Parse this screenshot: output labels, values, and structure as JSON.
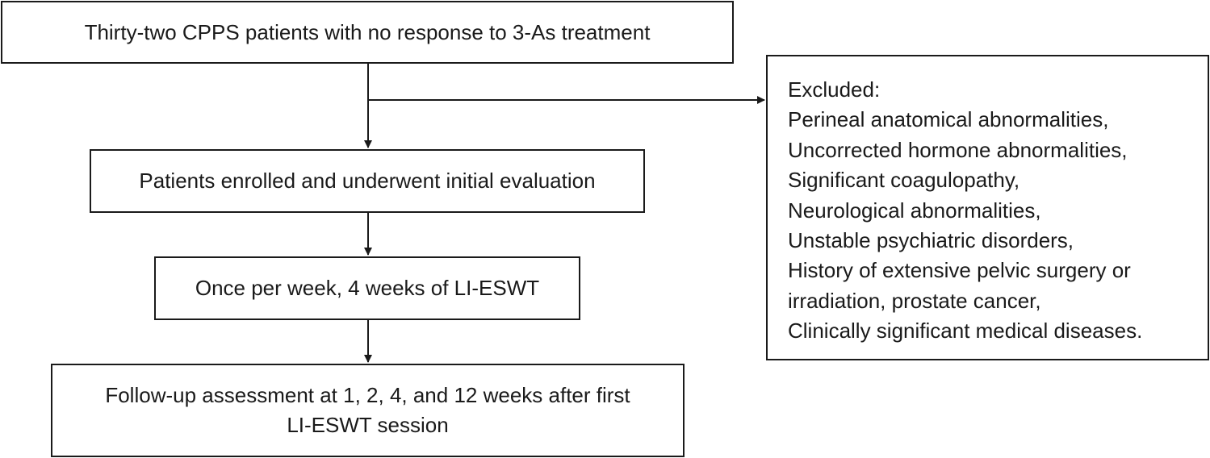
{
  "flowchart": {
    "start": "Thirty-two CPPS patients with no response to 3-As treatment",
    "enrolled": "Patients enrolled and underwent initial evaluation",
    "treatment": "Once per week, 4 weeks of LI-ESWT",
    "followup_line1": "Follow-up assessment at 1, 2, 4, and 12 weeks after first",
    "followup_line2": "LI-ESWT session",
    "excluded": {
      "heading": "Excluded:",
      "items": [
        "Perineal anatomical abnormalities,",
        "Uncorrected hormone abnormalities,",
        "Significant coagulopathy,",
        "Neurological abnormalities,",
        "Unstable psychiatric disorders,",
        "History of extensive pelvic surgery or",
        "irradiation, prostate cancer,",
        "Clinically significant medical diseases."
      ]
    }
  }
}
